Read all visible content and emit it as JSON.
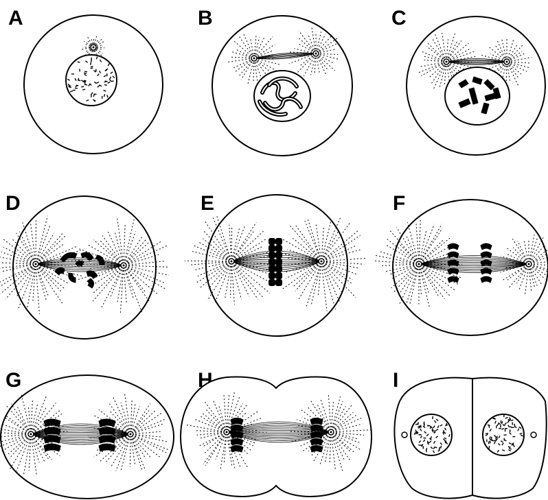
{
  "figure": {
    "panels": [
      {
        "label": "A",
        "stage_shown": "resting nucleus, single centrosome"
      },
      {
        "label": "B",
        "stage_shown": "coiled chromatin, two asters"
      },
      {
        "label": "C",
        "stage_shown": "condensed chromosomes, asters at poles"
      },
      {
        "label": "D",
        "stage_shown": "spindle forming, chromosomes in center"
      },
      {
        "label": "E",
        "stage_shown": "chromosomes aligned at equator"
      },
      {
        "label": "F",
        "stage_shown": "chromosomes separating"
      },
      {
        "label": "G",
        "stage_shown": "chromosomes at poles, cell elongated"
      },
      {
        "label": "H",
        "stage_shown": "cleavage furrow forming"
      },
      {
        "label": "I",
        "stage_shown": "two daughter cells with nuclei"
      }
    ],
    "ink_color": "#000000",
    "background_color": "#ffffff"
  }
}
